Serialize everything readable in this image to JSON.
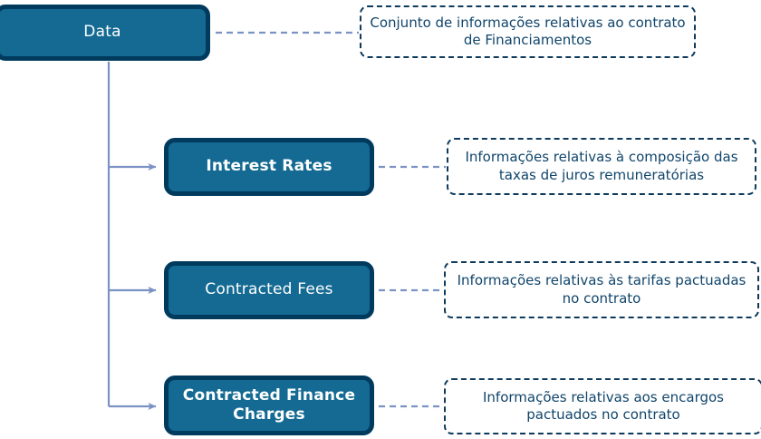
{
  "diagram": {
    "type": "tree-diagram",
    "title": "Data",
    "colors": {
      "node_fill": "#146a93",
      "node_border": "#003a5d",
      "node_text": "#ffffff",
      "note_border": "#0e3a5c",
      "note_text": "#10456b",
      "connector": "#7b92c4",
      "background": "#ffffff"
    },
    "root": {
      "label": "Data",
      "note": "Conjunto de informações relativas ao contrato de Financiamentos"
    },
    "children": [
      {
        "label": "Interest Rates",
        "note": "Informações relativas à composição das taxas de juros remuneratórias"
      },
      {
        "label": "Contracted Fees",
        "note": "Informações relativas às tarifas pactuadas no contrato"
      },
      {
        "label": "Contracted Finance Charges",
        "note": "Informações relativas aos encargos pactuados no contrato"
      }
    ]
  }
}
